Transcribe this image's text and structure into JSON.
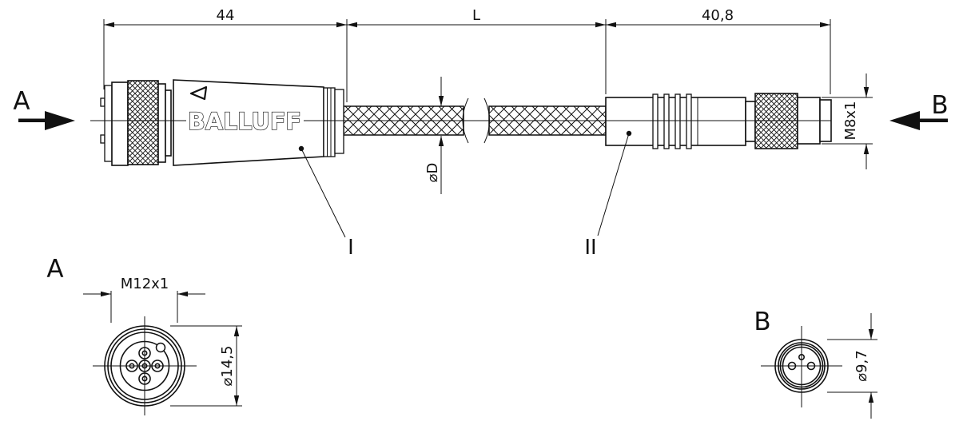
{
  "colors": {
    "line": "#111111",
    "background": "#ffffff"
  },
  "side_view": {
    "view_arrow_left": "A",
    "view_arrow_right": "B",
    "brand": "BALLUFF",
    "dim_connector_a_length": "44",
    "dim_cable_length": "L",
    "dim_connector_b_length": "40,8",
    "dim_cable_diameter": "⌀D",
    "dim_connector_b_thread": "M8x1",
    "marker_connector_a": "I",
    "marker_connector_b": "II"
  },
  "front_view_a": {
    "label": "A",
    "dim_thread": "M12x1",
    "dim_diameter": "⌀14,5"
  },
  "front_view_b": {
    "label": "B",
    "dim_diameter": "⌀9,7"
  }
}
